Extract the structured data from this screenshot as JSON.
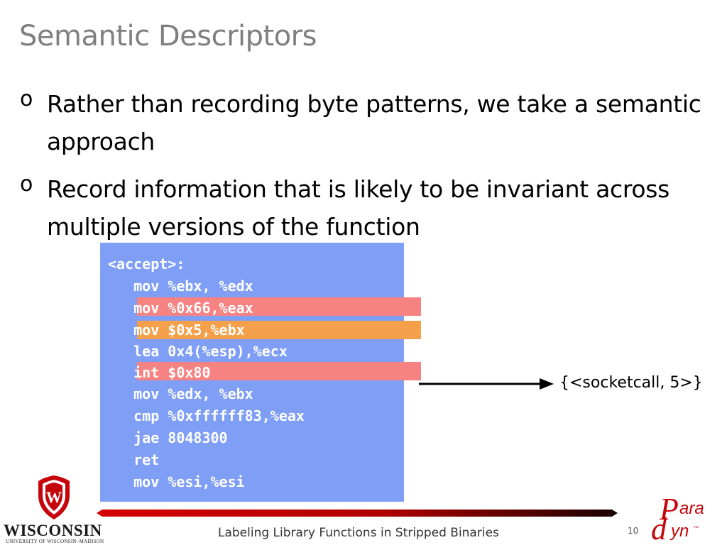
{
  "title": "Semantic Descriptors",
  "bullets": [
    {
      "marker": "o",
      "text": "Rather than recording byte patterns, we take a semantic approach"
    },
    {
      "marker": "o",
      "text": "Record information that is likely to be invariant across multiple versions of the function"
    }
  ],
  "code": {
    "lines": [
      "<accept>:",
      "   mov %ebx, %edx",
      "   mov %0x66,%eax",
      "   mov $0x5,%ebx",
      "   lea 0x4(%esp),%ecx",
      "   int $0x80",
      "   mov %edx, %ebx",
      "   cmp %0xffffff83,%eax",
      "   jae 8048300",
      "   ret",
      "   mov %esi,%esi"
    ]
  },
  "descriptor_label": "{<socketcall, 5>}",
  "footer": {
    "text": "Labeling Library Functions in Stripped Binaries",
    "page_number": "10",
    "uw_name": "WISCONSIN",
    "uw_subtitle": "UNIVERSITY OF WISCONSIN–MADISON",
    "uw_crest_letter": "W",
    "paradyn_logo": "Paradyn",
    "paradyn_tm": "™"
  },
  "colors": {
    "code_bg": "#7f9ef5",
    "highlight_red": "#f78282",
    "highlight_orange": "#f5a04a",
    "uw_red": "#c5050c"
  }
}
